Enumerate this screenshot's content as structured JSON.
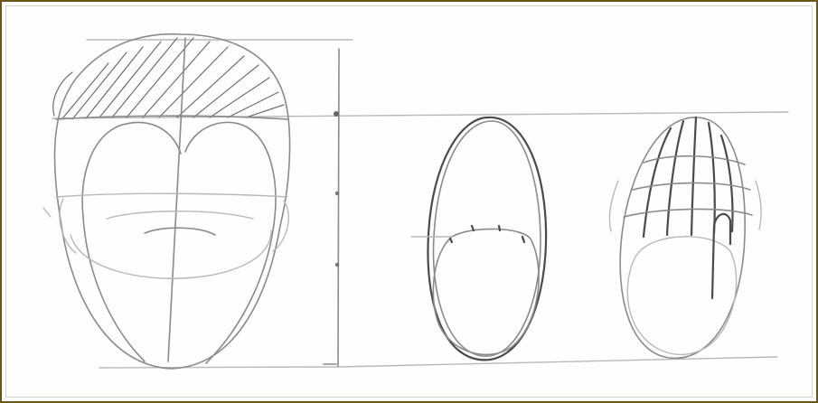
{
  "image": {
    "frame_color": "#6b5418",
    "paper_color": "#fefefe",
    "pencil_colors": {
      "light": "#b8b8b8",
      "medium": "#8a8a8a",
      "dark": "#4a4a4a"
    },
    "figures": [
      {
        "name": "front-view-head"
      },
      {
        "name": "egg-head-with-hairline"
      },
      {
        "name": "egg-head-with-hair-strands"
      }
    ],
    "measure_marks": 4
  }
}
